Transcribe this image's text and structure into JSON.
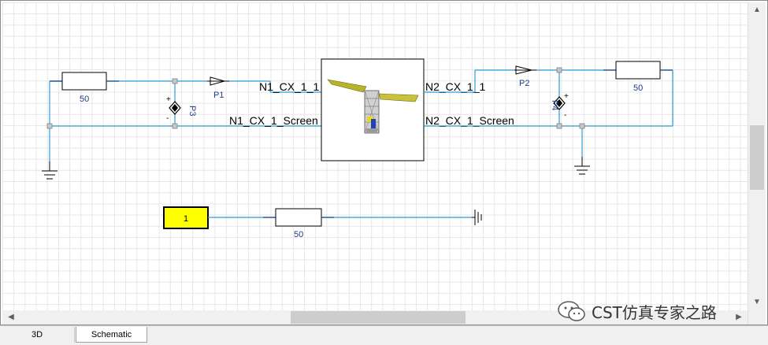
{
  "tabs": [
    {
      "label": "3D",
      "active": false
    },
    {
      "label": "Schematic",
      "active": true
    }
  ],
  "schematic": {
    "top_left_resistor": "50",
    "top_right_resistor": "50",
    "bottom_resistor": "50",
    "ports": {
      "p1": "P1",
      "p2": "P2",
      "p3": "P3",
      "p4": "P4"
    },
    "block_pins": {
      "n1_signal": "N1_CX_1_1",
      "n1_screen": "N1_CX_1_Screen",
      "n2_signal": "N2_CX_1_1",
      "n2_screen": "N2_CX_1_Screen"
    },
    "source_label": "1",
    "colors": {
      "wire": "#2e9bd6",
      "source_fill": "#ffff00",
      "label_blue": "#1f3c8a"
    }
  },
  "watermark": {
    "text": "CST仿真专家之路"
  },
  "icons": {
    "scroll_up": "chevron-up-icon",
    "scroll_down": "chevron-down-icon",
    "scroll_left": "chevron-left-icon",
    "scroll_right": "chevron-right-icon",
    "ground": "ground-icon",
    "satellite": "satellite-model-icon",
    "wechat": "wechat-icon"
  }
}
